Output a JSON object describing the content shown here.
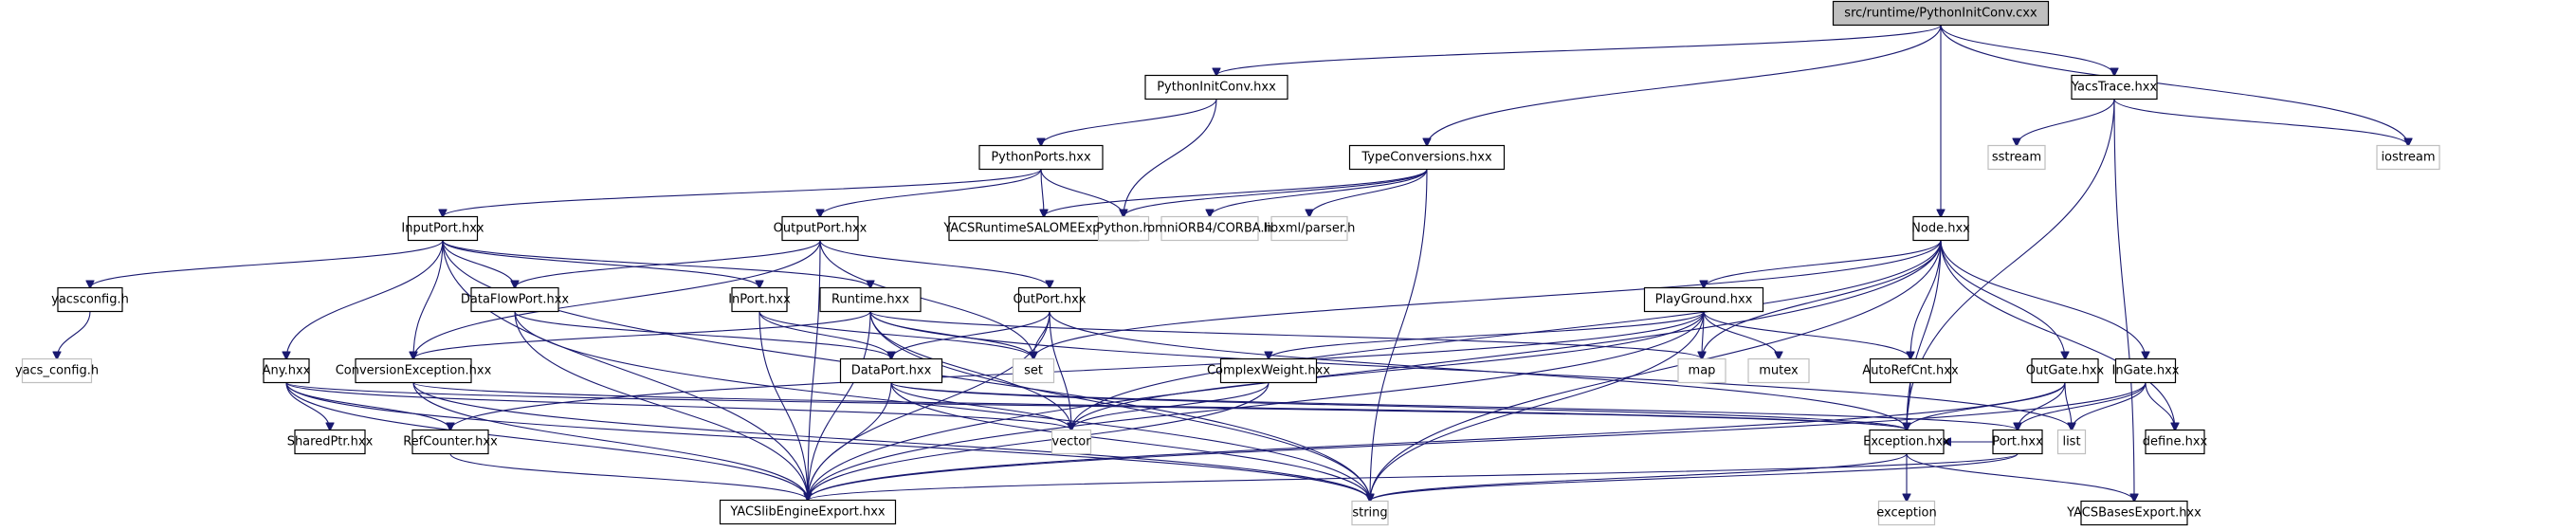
{
  "title": "src/runtime/PythonInitConv.cxx include dependency graph",
  "colors": {
    "edge": "#191970",
    "root_fill": "#bfbfbf",
    "node_border": "#000000",
    "external_border": "#bfbfbf"
  },
  "nodes": [
    {
      "id": "root",
      "label": "src/runtime/PythonInitConv.cxx",
      "kind": "root"
    },
    {
      "id": "PythonInitConv",
      "label": "PythonInitConv.hxx",
      "kind": "file"
    },
    {
      "id": "YacsTrace",
      "label": "YacsTrace.hxx",
      "kind": "file"
    },
    {
      "id": "sstream",
      "label": "sstream",
      "kind": "external"
    },
    {
      "id": "iostream",
      "label": "iostream",
      "kind": "external"
    },
    {
      "id": "PythonPorts",
      "label": "PythonPorts.hxx",
      "kind": "file"
    },
    {
      "id": "TypeConversions",
      "label": "TypeConversions.hxx",
      "kind": "file"
    },
    {
      "id": "InputPort",
      "label": "InputPort.hxx",
      "kind": "file"
    },
    {
      "id": "OutputPort",
      "label": "OutputPort.hxx",
      "kind": "file"
    },
    {
      "id": "YACSRuntimeSALOMEExport",
      "label": "YACSRuntimeSALOMEExport.hxx",
      "kind": "file"
    },
    {
      "id": "Python",
      "label": "Python.h",
      "kind": "external"
    },
    {
      "id": "omniORB",
      "label": "omniORB4/CORBA.h",
      "kind": "external"
    },
    {
      "id": "libxml",
      "label": "libxml/parser.h",
      "kind": "external"
    },
    {
      "id": "Node",
      "label": "Node.hxx",
      "kind": "file"
    },
    {
      "id": "yacsconfig",
      "label": "yacsconfig.h",
      "kind": "file"
    },
    {
      "id": "yacs_config",
      "label": "yacs_config.h",
      "kind": "external"
    },
    {
      "id": "DataFlowPort",
      "label": "DataFlowPort.hxx",
      "kind": "file"
    },
    {
      "id": "InPort",
      "label": "InPort.hxx",
      "kind": "file"
    },
    {
      "id": "Runtime",
      "label": "Runtime.hxx",
      "kind": "file"
    },
    {
      "id": "OutPort",
      "label": "OutPort.hxx",
      "kind": "file"
    },
    {
      "id": "PlayGround",
      "label": "PlayGround.hxx",
      "kind": "file"
    },
    {
      "id": "Any",
      "label": "Any.hxx",
      "kind": "file"
    },
    {
      "id": "ConversionException",
      "label": "ConversionException.hxx",
      "kind": "file"
    },
    {
      "id": "DataPort",
      "label": "DataPort.hxx",
      "kind": "file"
    },
    {
      "id": "set",
      "label": "set",
      "kind": "external"
    },
    {
      "id": "ComplexWeight",
      "label": "ComplexWeight.hxx",
      "kind": "file"
    },
    {
      "id": "map",
      "label": "map",
      "kind": "external"
    },
    {
      "id": "mutex",
      "label": "mutex",
      "kind": "external"
    },
    {
      "id": "AutoRefCnt",
      "label": "AutoRefCnt.hxx",
      "kind": "file"
    },
    {
      "id": "OutGate",
      "label": "OutGate.hxx",
      "kind": "file"
    },
    {
      "id": "InGate",
      "label": "InGate.hxx",
      "kind": "file"
    },
    {
      "id": "SharedPtr",
      "label": "SharedPtr.hxx",
      "kind": "file"
    },
    {
      "id": "RefCounter",
      "label": "RefCounter.hxx",
      "kind": "file"
    },
    {
      "id": "vector",
      "label": "vector",
      "kind": "external"
    },
    {
      "id": "Exception",
      "label": "Exception.hxx",
      "kind": "file"
    },
    {
      "id": "Port",
      "label": "Port.hxx",
      "kind": "file"
    },
    {
      "id": "list",
      "label": "list",
      "kind": "external"
    },
    {
      "id": "define",
      "label": "define.hxx",
      "kind": "file"
    },
    {
      "id": "YACSlibEngineExport",
      "label": "YACSlibEngineExport.hxx",
      "kind": "file"
    },
    {
      "id": "string",
      "label": "string",
      "kind": "external"
    },
    {
      "id": "exception",
      "label": "exception",
      "kind": "external"
    },
    {
      "id": "YACSBasesExport",
      "label": "YACSBasesExport.hxx",
      "kind": "file"
    }
  ],
  "edges": [
    [
      "root",
      "PythonInitConv"
    ],
    [
      "root",
      "TypeConversions"
    ],
    [
      "root",
      "Node"
    ],
    [
      "root",
      "YacsTrace"
    ],
    [
      "root",
      "iostream"
    ],
    [
      "PythonInitConv",
      "PythonPorts"
    ],
    [
      "PythonInitConv",
      "Python"
    ],
    [
      "YacsTrace",
      "sstream"
    ],
    [
      "YacsTrace",
      "iostream"
    ],
    [
      "YacsTrace",
      "Exception"
    ],
    [
      "YacsTrace",
      "YACSBasesExport"
    ],
    [
      "PythonPorts",
      "InputPort"
    ],
    [
      "PythonPorts",
      "OutputPort"
    ],
    [
      "PythonPorts",
      "YACSRuntimeSALOMEExport"
    ],
    [
      "PythonPorts",
      "Python"
    ],
    [
      "TypeConversions",
      "YACSRuntimeSALOMEExport"
    ],
    [
      "TypeConversions",
      "Python"
    ],
    [
      "TypeConversions",
      "omniORB"
    ],
    [
      "TypeConversions",
      "libxml"
    ],
    [
      "TypeConversions",
      "string"
    ],
    [
      "InputPort",
      "yacsconfig"
    ],
    [
      "InputPort",
      "DataFlowPort"
    ],
    [
      "InputPort",
      "InPort"
    ],
    [
      "InputPort",
      "Runtime"
    ],
    [
      "InputPort",
      "Any"
    ],
    [
      "InputPort",
      "ConversionException"
    ],
    [
      "InputPort",
      "YACSlibEngineExport"
    ],
    [
      "InputPort",
      "string"
    ],
    [
      "OutputPort",
      "DataFlowPort"
    ],
    [
      "OutputPort",
      "OutPort"
    ],
    [
      "OutputPort",
      "ConversionException"
    ],
    [
      "OutputPort",
      "set"
    ],
    [
      "OutputPort",
      "YACSlibEngineExport"
    ],
    [
      "yacsconfig",
      "yacs_config"
    ],
    [
      "DataFlowPort",
      "DataPort"
    ],
    [
      "DataFlowPort",
      "YACSlibEngineExport"
    ],
    [
      "DataFlowPort",
      "string"
    ],
    [
      "InPort",
      "DataPort"
    ],
    [
      "InPort",
      "set"
    ],
    [
      "InPort",
      "YACSlibEngineExport"
    ],
    [
      "Runtime",
      "ConversionException"
    ],
    [
      "Runtime",
      "set"
    ],
    [
      "Runtime",
      "map"
    ],
    [
      "Runtime",
      "vector"
    ],
    [
      "Runtime",
      "string"
    ],
    [
      "Runtime",
      "YACSlibEngineExport"
    ],
    [
      "Runtime",
      "list"
    ],
    [
      "OutPort",
      "DataPort"
    ],
    [
      "OutPort",
      "set"
    ],
    [
      "OutPort",
      "vector"
    ],
    [
      "OutPort",
      "Exception"
    ],
    [
      "OutPort",
      "YACSlibEngineExport"
    ],
    [
      "Node",
      "set"
    ],
    [
      "Node",
      "vector"
    ],
    [
      "Node",
      "PlayGround"
    ],
    [
      "Node",
      "map"
    ],
    [
      "Node",
      "AutoRefCnt"
    ],
    [
      "Node",
      "Exception"
    ],
    [
      "Node",
      "OutGate"
    ],
    [
      "Node",
      "InGate"
    ],
    [
      "Node",
      "define"
    ],
    [
      "Node",
      "string"
    ],
    [
      "Node",
      "YACSlibEngineExport"
    ],
    [
      "PlayGround",
      "ComplexWeight"
    ],
    [
      "PlayGround",
      "map"
    ],
    [
      "PlayGround",
      "mutex"
    ],
    [
      "PlayGround",
      "AutoRefCnt"
    ],
    [
      "PlayGround",
      "vector"
    ],
    [
      "PlayGround",
      "string"
    ],
    [
      "PlayGround",
      "RefCounter"
    ],
    [
      "PlayGround",
      "YACSlibEngineExport"
    ],
    [
      "Any",
      "SharedPtr"
    ],
    [
      "Any",
      "RefCounter"
    ],
    [
      "Any",
      "vector"
    ],
    [
      "Any",
      "Exception"
    ],
    [
      "Any",
      "YACSlibEngineExport"
    ],
    [
      "Any",
      "string"
    ],
    [
      "ConversionException",
      "Exception"
    ],
    [
      "ConversionException",
      "YACSlibEngineExport"
    ],
    [
      "ConversionException",
      "string"
    ],
    [
      "DataPort",
      "Port"
    ],
    [
      "DataPort",
      "vector"
    ],
    [
      "DataPort",
      "YACSlibEngineExport"
    ],
    [
      "DataPort",
      "Exception"
    ],
    [
      "DataPort",
      "string"
    ],
    [
      "ComplexWeight",
      "vector"
    ],
    [
      "ComplexWeight",
      "YACSlibEngineExport"
    ],
    [
      "AutoRefCnt",
      "Exception"
    ],
    [
      "OutGate",
      "Exception"
    ],
    [
      "OutGate",
      "Port"
    ],
    [
      "OutGate",
      "list"
    ],
    [
      "OutGate",
      "YACSlibEngineExport"
    ],
    [
      "InGate",
      "Port"
    ],
    [
      "InGate",
      "list"
    ],
    [
      "InGate",
      "define"
    ],
    [
      "InGate",
      "YACSlibEngineExport"
    ],
    [
      "RefCounter",
      "YACSlibEngineExport"
    ],
    [
      "Exception",
      "exception"
    ],
    [
      "Exception",
      "string"
    ],
    [
      "Exception",
      "YACSBasesExport"
    ],
    [
      "Port",
      "Exception"
    ],
    [
      "Port",
      "YACSlibEngineExport"
    ],
    [
      "Port",
      "string"
    ]
  ]
}
